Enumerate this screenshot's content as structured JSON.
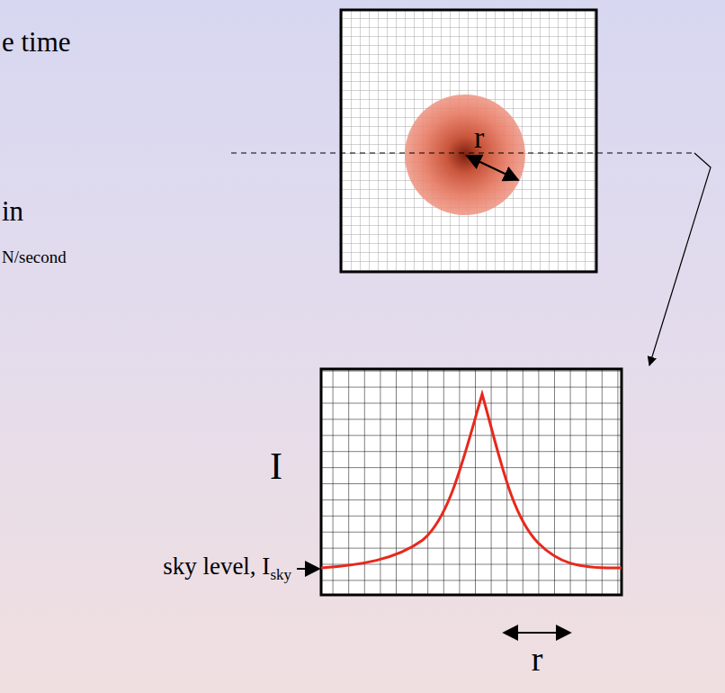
{
  "diagram": {
    "labels": [
      "e time",
      "in",
      "N/second",
      "r",
      "I",
      "sky level, I",
      "sky",
      "r"
    ]
  }
}
